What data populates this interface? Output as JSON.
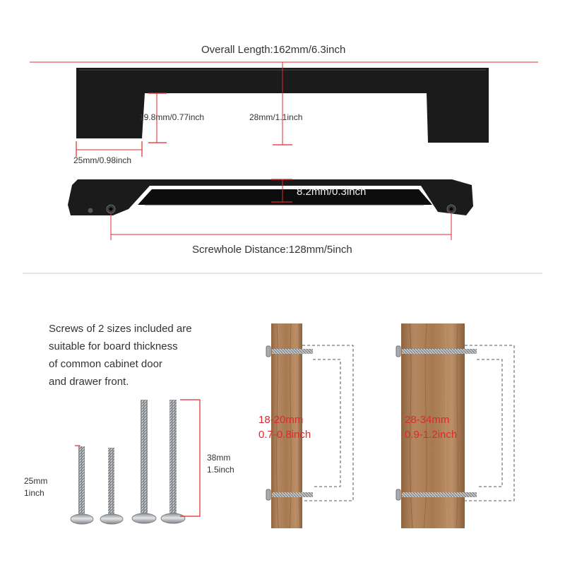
{
  "top": {
    "overall_length": "Overall Length:162mm/6.3inch",
    "inner_height": "19.8mm/0.77inch",
    "total_height": "28mm/1.1inch",
    "end_width": "25mm/0.98inch",
    "thickness": "8.2mm/0.3inch",
    "screwhole_distance": "Screwhole Distance:128mm/5inch"
  },
  "bottom": {
    "description_lines": [
      "Screws of 2 sizes included are",
      "suitable for board thickness",
      "of common cabinet door",
      "and drawer front."
    ],
    "short_screw": {
      "size_mm": "25mm",
      "size_in": "1inch"
    },
    "long_screw": {
      "size_mm": "38mm",
      "size_in": "1.5inch"
    },
    "board_thin": {
      "range_mm": "18-20mm",
      "range_in": "0.7-0.8inch"
    },
    "board_thick": {
      "range_mm": "28-34mm",
      "range_in": "0.9-1.2inch"
    }
  },
  "colors": {
    "accent_red": "#e0282c",
    "handle_black": "#1a1a1a",
    "wood": "#a57a52",
    "steel": "#b8bcc0"
  }
}
